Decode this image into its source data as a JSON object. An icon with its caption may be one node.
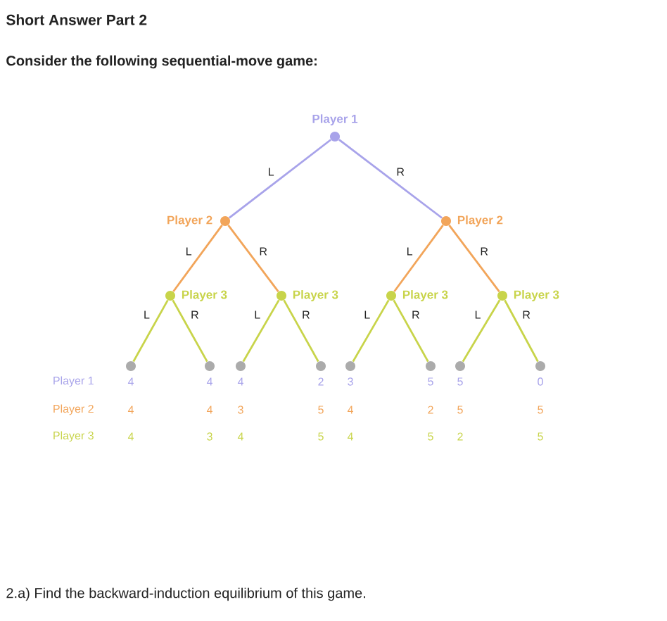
{
  "diagram": {
    "title": "Short Answer Part 2",
    "nodes": [
      {
        "text": [],
        "shape": "circle",
        "beside": [
          "Player 1"
        ]
      },
      {
        "text": [],
        "shape": "circle",
        "beside": [
          "Player 2"
        ]
      },
      {
        "text": [],
        "shape": "circle",
        "beside": [
          "Player 2"
        ]
      },
      {
        "text": [],
        "shape": "circle",
        "beside": [
          "Player 3"
        ]
      },
      {
        "text": [],
        "shape": "circle",
        "beside": [
          "Player 3"
        ]
      },
      {
        "text": [],
        "shape": "circle",
        "beside": [
          "Player 3"
        ]
      },
      {
        "text": [],
        "shape": "circle",
        "beside": [
          "Player 3"
        ]
      },
      {
        "text": [],
        "shape": "circle",
        "beside": [
          "4",
          "4",
          "4"
        ]
      },
      {
        "text": [],
        "shape": "circle",
        "beside": [
          "4",
          "4",
          "3"
        ]
      },
      {
        "text": [],
        "shape": "circle",
        "beside": [
          "4",
          "3",
          "4"
        ]
      },
      {
        "text": [],
        "shape": "circle",
        "beside": [
          "2",
          "5",
          "5"
        ]
      },
      {
        "text": [],
        "shape": "circle",
        "beside": [
          "3",
          "4",
          "4"
        ]
      },
      {
        "text": [],
        "shape": "circle",
        "beside": [
          "5",
          "2",
          "5"
        ]
      },
      {
        "text": [],
        "shape": "circle",
        "beside": [
          "5",
          "5",
          "2"
        ]
      },
      {
        "text": [],
        "shape": "circle",
        "beside": [
          "0",
          "5",
          "5"
        ]
      }
    ],
    "edges": [
      {
        "from": 0,
        "to": 1,
        "arrow": "none",
        "label": "L",
        "color": "#a8a3ea"
      },
      {
        "from": 0,
        "to": 2,
        "arrow": "none",
        "label": "R",
        "color": "#a8a3ea"
      },
      {
        "from": 1,
        "to": 3,
        "arrow": "none",
        "label": "L",
        "color": "#f2a55a"
      },
      {
        "from": 1,
        "to": 4,
        "arrow": "none",
        "label": "R",
        "color": "#f2a55a"
      },
      {
        "from": 2,
        "to": 5,
        "arrow": "none",
        "label": "L",
        "color": "#f2a55a"
      },
      {
        "from": 2,
        "to": 6,
        "arrow": "none",
        "label": "R",
        "color": "#f2a55a"
      },
      {
        "from": 3,
        "to": 7,
        "arrow": "none",
        "label": "L"
      },
      {
        "from": 3,
        "to": 8,
        "arrow": "none",
        "label": "R"
      },
      {
        "from": 4,
        "to": 9,
        "arrow": "none",
        "label": "L"
      },
      {
        "from": 4,
        "to": 10,
        "arrow": "none",
        "label": "R"
      },
      {
        "from": 5,
        "to": 11,
        "arrow": "none",
        "label": "L"
      },
      {
        "from": 5,
        "to": 12,
        "arrow": "none",
        "label": "R"
      },
      {
        "from": 6,
        "to": 13,
        "arrow": "none",
        "label": "L"
      },
      {
        "from": 6,
        "to": 14,
        "arrow": "none",
        "label": "R"
      }
    ],
    "labels": [
      "Consider the following sequential-move game:",
      "Player 1",
      "Player 2",
      "Player 3",
      "2.a) Find the backward-induction equilibrium of this game."
    ]
  }
}
